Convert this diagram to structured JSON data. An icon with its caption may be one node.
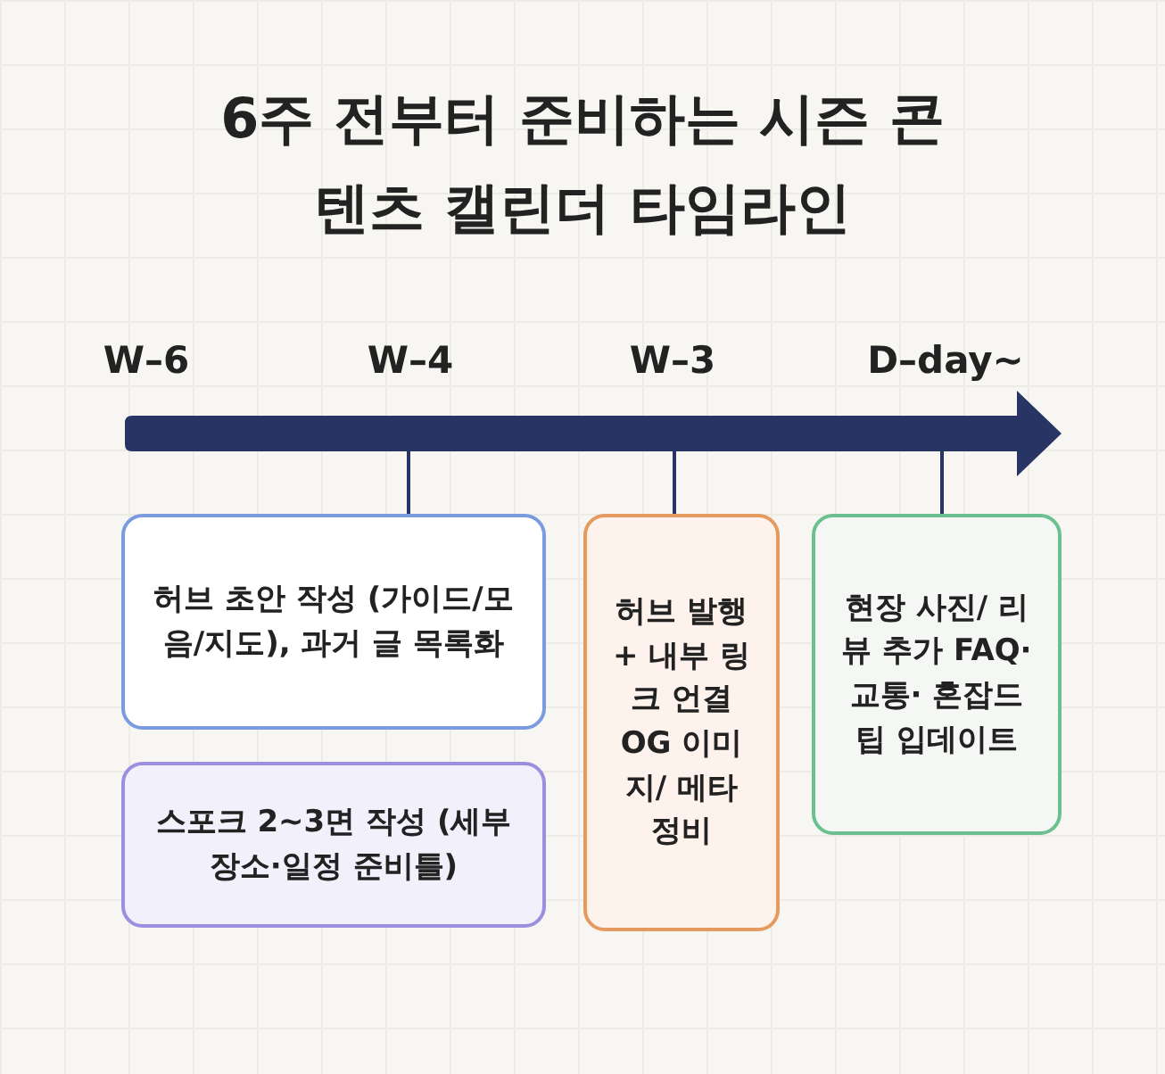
{
  "diagram": {
    "title": "6주 전부터 준비하는 시즌 콘텐츠 캘린더 타임라인",
    "nodes": [
      {
        "text": [],
        "shape": "bar"
      },
      {
        "text": [
          "허브 초안 작성 (가이드/모음/지도), 과거 글 목록화"
        ]
      },
      {
        "text": [
          "스포크 2~3면 작성 (세부 장소·일정 준비틀)"
        ]
      },
      {
        "text": [
          "허브 발행 + 내부 링크 언결 OG 이미지/ 메타 정비"
        ]
      },
      {
        "text": [
          "현장 사진/ 리뷰 추가 FAQ·교통· 혼잡드 팁 입데이트"
        ]
      }
    ],
    "edges": [
      {
        "from": 0,
        "to": 1,
        "arrow": "none"
      },
      {
        "from": 0,
        "to": 3,
        "arrow": "none"
      },
      {
        "from": 0,
        "to": 4,
        "arrow": "none"
      }
    ],
    "labels": [
      "W–6",
      "W–4",
      "W–3",
      "D–day~"
    ]
  }
}
